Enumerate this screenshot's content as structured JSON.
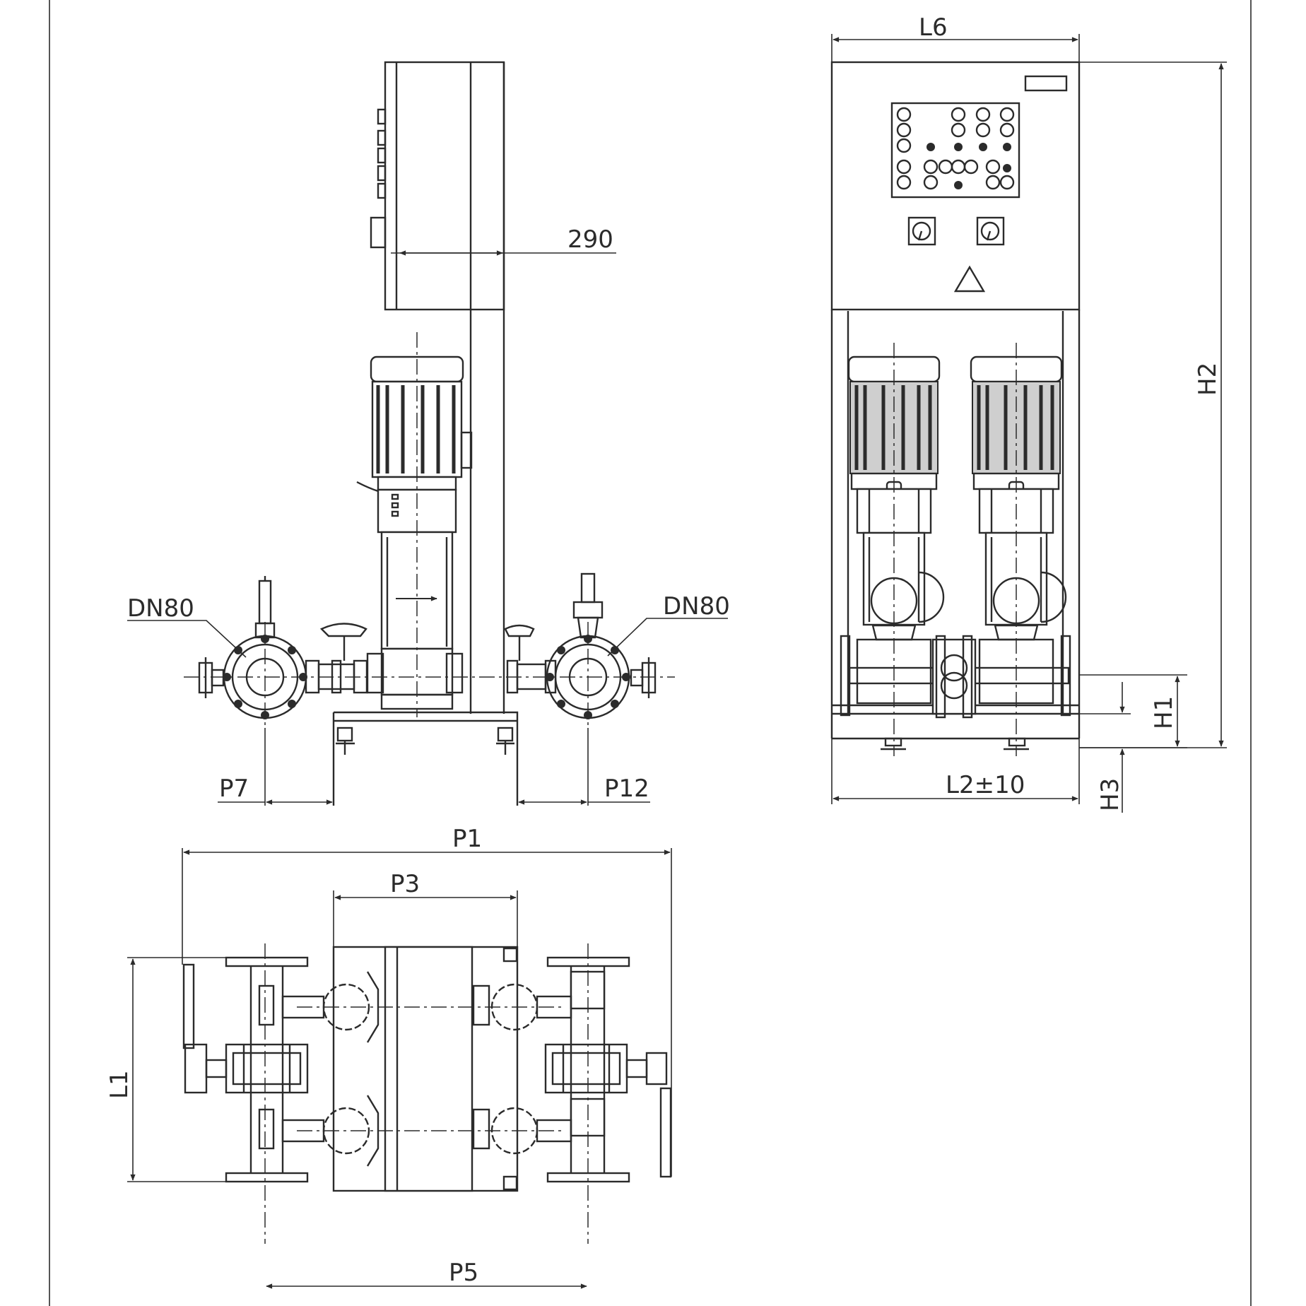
{
  "labels": {
    "inlet": "DN80",
    "outlet": "DN80",
    "cabinet_depth": "290",
    "p7": "P7",
    "p12": "P12",
    "l6": "L6",
    "h2": "H2",
    "h1": "H1",
    "h3": "H3",
    "l2": "L2±10",
    "p1": "P1",
    "p3": "P3",
    "l1": "L1",
    "p5": "P5"
  }
}
